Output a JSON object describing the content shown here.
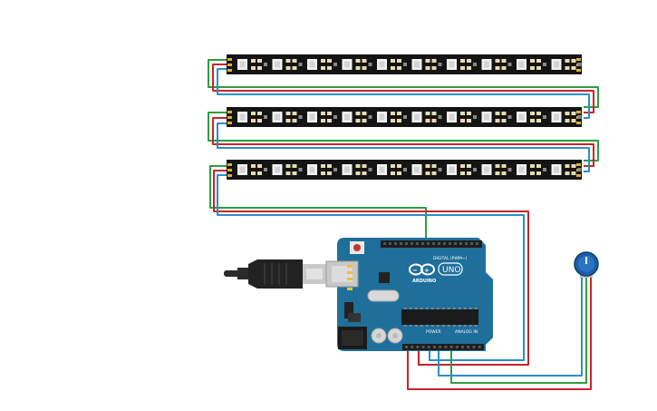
{
  "arduino": {
    "logo_text": "ARDUINO",
    "model": "UNO",
    "digital_label": "DIGITAL (PWM~)",
    "power_label": "POWER",
    "analog_label": "ANALOG IN"
  },
  "components": {
    "led_strips": 3,
    "pixels_per_strip": 10,
    "potentiometer": 1,
    "usb_cable": 1
  },
  "colors": {
    "wire_green": "#2e9e3e",
    "wire_red": "#c8242b",
    "wire_blue": "#2a8fc9",
    "board": "#1f6f9b",
    "strip": "#141414",
    "pot": "#1c5ea8"
  }
}
